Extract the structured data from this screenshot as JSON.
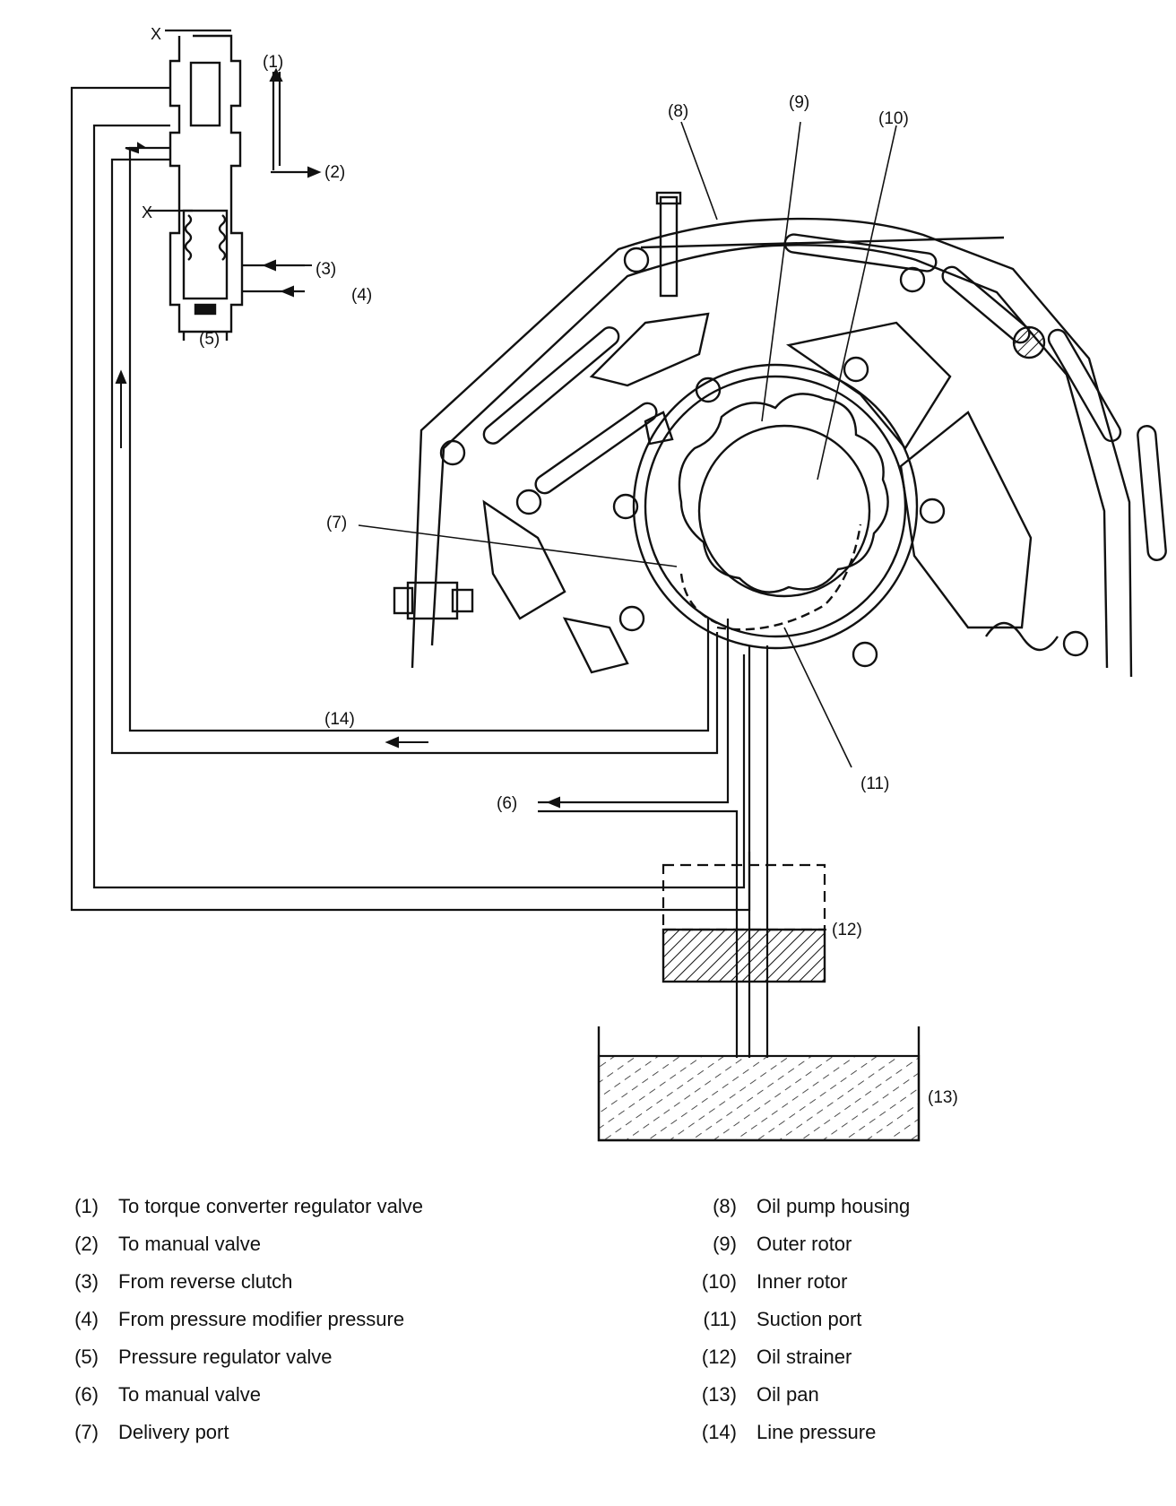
{
  "callouts": {
    "c1": "(1)",
    "c2": "(2)",
    "c3": "(3)",
    "c4": "(4)",
    "c5": "(5)",
    "c6": "(6)",
    "c7": "(7)",
    "c8": "(8)",
    "c9": "(9)",
    "c10": "(10)",
    "c11": "(11)",
    "c12": "(12)",
    "c13": "(13)",
    "c14": "(14)",
    "x_top": "X",
    "x_mid": "X"
  },
  "legend": {
    "left": [
      {
        "num": "(1)",
        "label": "To torque converter regulator valve"
      },
      {
        "num": "(2)",
        "label": "To manual valve"
      },
      {
        "num": "(3)",
        "label": "From reverse clutch"
      },
      {
        "num": "(4)",
        "label": "From pressure modifier pressure"
      },
      {
        "num": "(5)",
        "label": "Pressure regulator valve"
      },
      {
        "num": "(6)",
        "label": "To manual valve"
      },
      {
        "num": "(7)",
        "label": "Delivery port"
      }
    ],
    "right": [
      {
        "num": "(8)",
        "label": "Oil pump housing"
      },
      {
        "num": "(9)",
        "label": "Outer rotor"
      },
      {
        "num": "(10)",
        "label": "Inner rotor"
      },
      {
        "num": "(11)",
        "label": "Suction port"
      },
      {
        "num": "(12)",
        "label": "Oil strainer"
      },
      {
        "num": "(13)",
        "label": "Oil pan"
      },
      {
        "num": "(14)",
        "label": "Line pressure"
      }
    ]
  }
}
